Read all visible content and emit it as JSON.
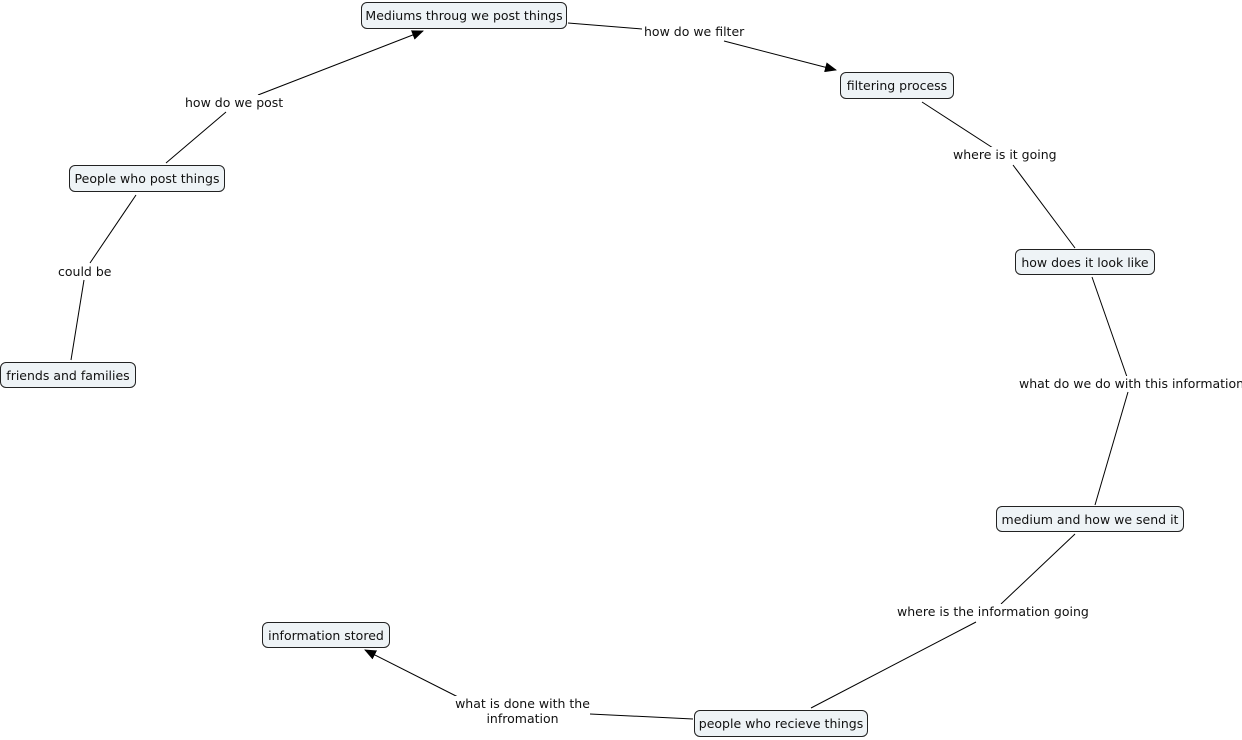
{
  "nodes": {
    "mediums": "Mediums throug we post things",
    "filtering": "filtering process",
    "looks": "how does it look like",
    "medium_send": "medium and how we send it",
    "receivers": "people who recieve things",
    "stored": "information stored",
    "posters": "People who post things",
    "friends": "friends and families"
  },
  "links": {
    "filter": "how do we filter",
    "going": "where is it going",
    "what_do": "what do we do with this information",
    "info_going": "where is the information going",
    "done_1": "what is done with the",
    "done_2": "infromation",
    "post": "how do we post",
    "could": "could be"
  },
  "colors": {
    "node_fill": "#eef3f6",
    "stroke": "#000000"
  }
}
